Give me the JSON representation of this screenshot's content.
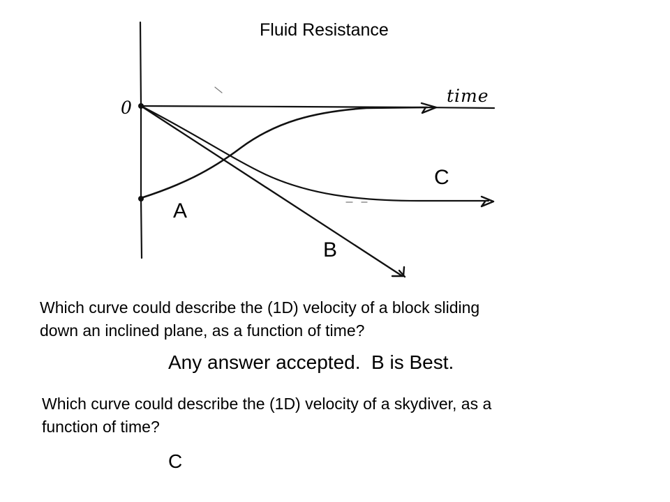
{
  "title": "Fluid Resistance",
  "graph": {
    "origin_label": "0",
    "time_label": "time",
    "curve_labels": {
      "a": "A",
      "b": "B",
      "c": "C"
    }
  },
  "questions": [
    {
      "lines": [
        "Which curve could describe the (1D) velocity of a block sliding",
        "down an inclined plane, as a function of time?"
      ],
      "answer": "Any answer accepted.  B is Best."
    },
    {
      "lines": [
        "Which curve could describe the (1D) velocity of a skydiver, as a",
        "function of time?"
      ],
      "answer": "C"
    }
  ]
}
